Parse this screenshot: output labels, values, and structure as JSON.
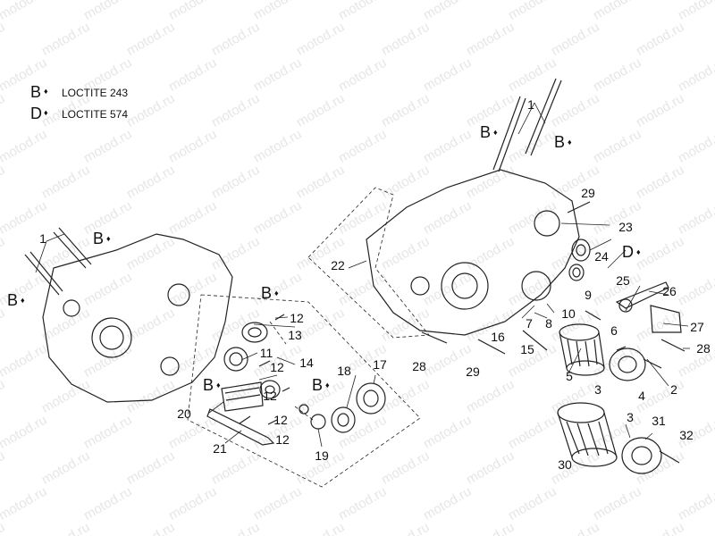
{
  "watermark": "motod.ru",
  "legend": [
    {
      "letter": "B",
      "text": "LOCTITE 243"
    },
    {
      "letter": "D",
      "text": "LOCTITE 574"
    }
  ],
  "drop_glyph": "♦",
  "callouts": [
    "1",
    "1",
    "2",
    "3",
    "3",
    "4",
    "5",
    "6",
    "7",
    "8",
    "9",
    "10",
    "11",
    "12",
    "12",
    "12",
    "12",
    "12",
    "13",
    "14",
    "15",
    "16",
    "17",
    "18",
    "19",
    "20",
    "21",
    "22",
    "23",
    "24",
    "25",
    "26",
    "27",
    "28",
    "28",
    "29",
    "29",
    "30",
    "31",
    "32"
  ],
  "markers": [
    "B",
    "B",
    "B",
    "B",
    "B",
    "B",
    "B",
    "D"
  ]
}
